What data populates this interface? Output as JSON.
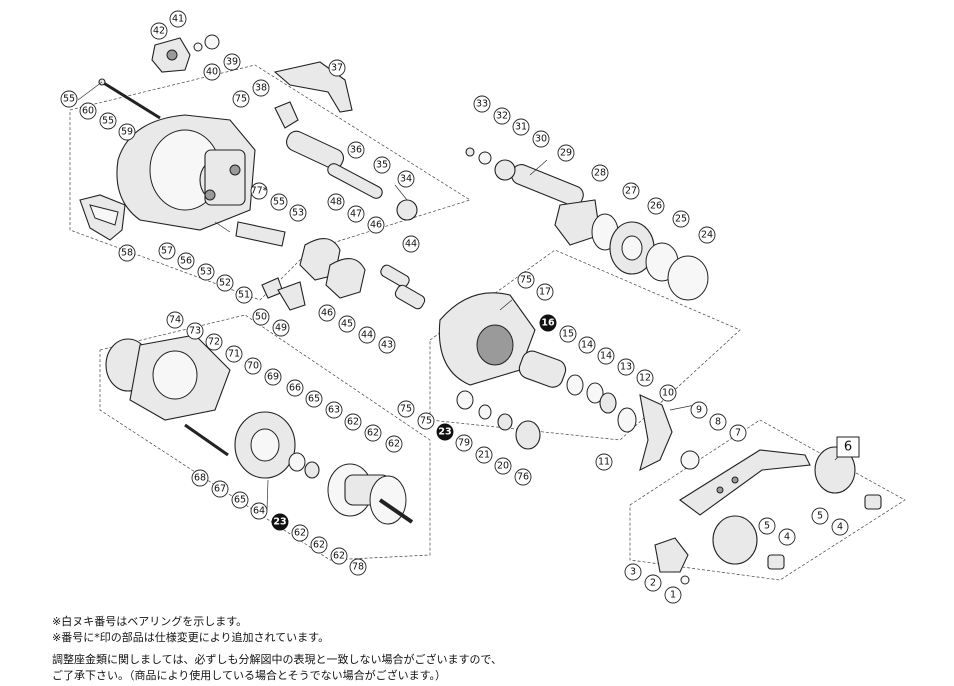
{
  "callouts": {
    "c1": "1",
    "c2": "2",
    "c3": "3",
    "c4": "4",
    "c4b": "4",
    "c5": "5",
    "c5b": "5",
    "c6": "6",
    "c7": "7",
    "c8": "8",
    "c9": "9",
    "c10": "10",
    "c11": "11",
    "c12": "12",
    "c13": "13",
    "c14": "14",
    "c14b": "14",
    "c15": "15",
    "c16": "16",
    "c17": "17",
    "c20": "20",
    "c21": "21",
    "c23": "23",
    "c23b": "23",
    "c24": "24",
    "c25": "25",
    "c26": "26",
    "c27": "27",
    "c28": "28",
    "c29": "29",
    "c30": "30",
    "c31": "31",
    "c32": "32",
    "c33": "33",
    "c34": "34",
    "c35": "35",
    "c36": "36",
    "c37": "37",
    "c38": "38",
    "c39": "39",
    "c40": "40",
    "c41": "41",
    "c42": "42",
    "c43": "43",
    "c44": "44",
    "c44b": "44",
    "c45": "45",
    "c46": "46",
    "c46b": "46",
    "c47": "47",
    "c48": "48",
    "c49": "49",
    "c50": "50",
    "c51": "51",
    "c52": "52",
    "c53": "53",
    "c53b": "53",
    "c55": "55",
    "c55b": "55",
    "c55c": "55",
    "c56": "56",
    "c57": "57",
    "c58": "58",
    "c59": "59",
    "c60": "60",
    "c62": "62",
    "c62b": "62",
    "c62c": "62",
    "c62d": "62",
    "c62e": "62",
    "c62f": "62",
    "c63": "63",
    "c64": "64",
    "c65": "65",
    "c65b": "65",
    "c66": "66",
    "c67": "67",
    "c68": "68",
    "c69": "69",
    "c70": "70",
    "c71": "71",
    "c72": "72",
    "c73": "73",
    "c74": "74",
    "c75": "75",
    "c75b": "75",
    "c75c": "75",
    "c75d": "75",
    "c76": "76",
    "c77": "77*",
    "c78": "78",
    "c79": "79"
  },
  "notes": {
    "line1": "※白ヌキ番号はベアリングを示します。",
    "line2": "※番号に*印の部品は仕様変更により追加されています。",
    "line3": "調整座金類に関しましては、必ずしも分解図中の表現と一致しない場合がございますので、",
    "line4": "ご了承下さい。（商品により使用している場合とそうでない場合がございます。）"
  }
}
